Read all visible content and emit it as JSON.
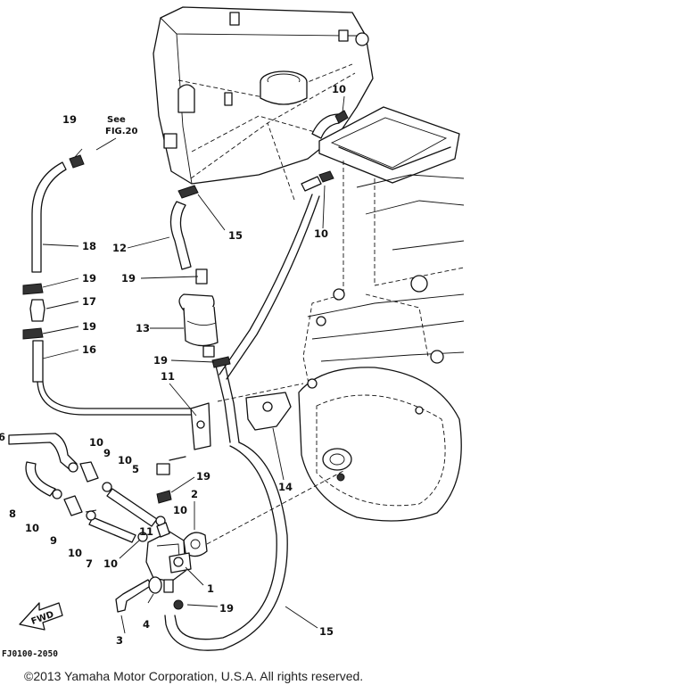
{
  "diagram": {
    "callouts": [
      {
        "id": "c19a",
        "text": "19"
      },
      {
        "id": "csee",
        "text": "See"
      },
      {
        "id": "cfig",
        "text": "FIG.20"
      },
      {
        "id": "c18",
        "text": "18"
      },
      {
        "id": "c19b",
        "text": "19"
      },
      {
        "id": "c17",
        "text": "17"
      },
      {
        "id": "c19c",
        "text": "19"
      },
      {
        "id": "c16",
        "text": "16"
      },
      {
        "id": "c12",
        "text": "12"
      },
      {
        "id": "c15a",
        "text": "15"
      },
      {
        "id": "c19d",
        "text": "19"
      },
      {
        "id": "c13",
        "text": "13"
      },
      {
        "id": "c19e",
        "text": "19"
      },
      {
        "id": "c11a",
        "text": "11"
      },
      {
        "id": "c10a",
        "text": "10"
      },
      {
        "id": "c10b",
        "text": "10"
      },
      {
        "id": "c6",
        "text": "6"
      },
      {
        "id": "c10c",
        "text": "10"
      },
      {
        "id": "c9a",
        "text": "9"
      },
      {
        "id": "c10d",
        "text": "10"
      },
      {
        "id": "c5",
        "text": "5"
      },
      {
        "id": "c19f",
        "text": "19"
      },
      {
        "id": "c14",
        "text": "14"
      },
      {
        "id": "c8",
        "text": "8"
      },
      {
        "id": "c2",
        "text": "2"
      },
      {
        "id": "c10e",
        "text": "10"
      },
      {
        "id": "c10f",
        "text": "10"
      },
      {
        "id": "c9b",
        "text": "9"
      },
      {
        "id": "c10g",
        "text": "10"
      },
      {
        "id": "c11b",
        "text": "11"
      },
      {
        "id": "c7",
        "text": "7"
      },
      {
        "id": "c10h",
        "text": "10"
      },
      {
        "id": "c1",
        "text": "1"
      },
      {
        "id": "c19g",
        "text": "19"
      },
      {
        "id": "c4",
        "text": "4"
      },
      {
        "id": "c3",
        "text": "3"
      },
      {
        "id": "c15b",
        "text": "15"
      }
    ],
    "fwd_label": "FWD",
    "figure_code": "FJ0100-2050"
  },
  "footer": {
    "copyright": "©2013 Yamaha Motor Corporation, U.S.A. All rights reserved."
  }
}
